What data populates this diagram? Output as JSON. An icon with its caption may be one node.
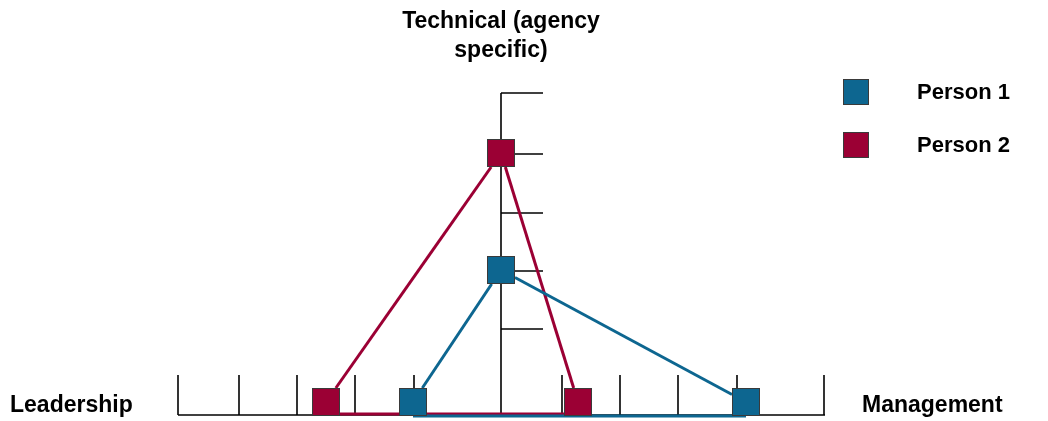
{
  "diagram": {
    "nodes": [
      {
        "text": [],
        "shape": "box"
      },
      {
        "text": [],
        "shape": "box"
      },
      {
        "text": [],
        "shape": "box"
      },
      {
        "text": [],
        "shape": "box"
      },
      {
        "text": [],
        "shape": "box"
      },
      {
        "text": [],
        "shape": "box"
      }
    ],
    "edges": [
      {
        "from": 0,
        "to": 2,
        "arrow": "none",
        "color": "#9b0034"
      },
      {
        "from": 0,
        "to": 4,
        "arrow": "none",
        "color": "#9b0034"
      },
      {
        "from": 2,
        "to": 4,
        "arrow": "none",
        "color": "#9b0034"
      },
      {
        "from": 1,
        "to": 3,
        "arrow": "none",
        "color": "#0d6690"
      },
      {
        "from": 1,
        "to": 5,
        "arrow": "none",
        "color": "#0d6690"
      },
      {
        "from": 3,
        "to": 5,
        "arrow": "none",
        "color": "#0d6690"
      }
    ],
    "labels": [
      "Technical (agency specific)",
      "Leadership",
      "Management"
    ],
    "legend": [
      {
        "text": "Person 1",
        "color": "#0d6690"
      },
      {
        "text": "Person 2",
        "color": "#9b0034"
      }
    ]
  }
}
